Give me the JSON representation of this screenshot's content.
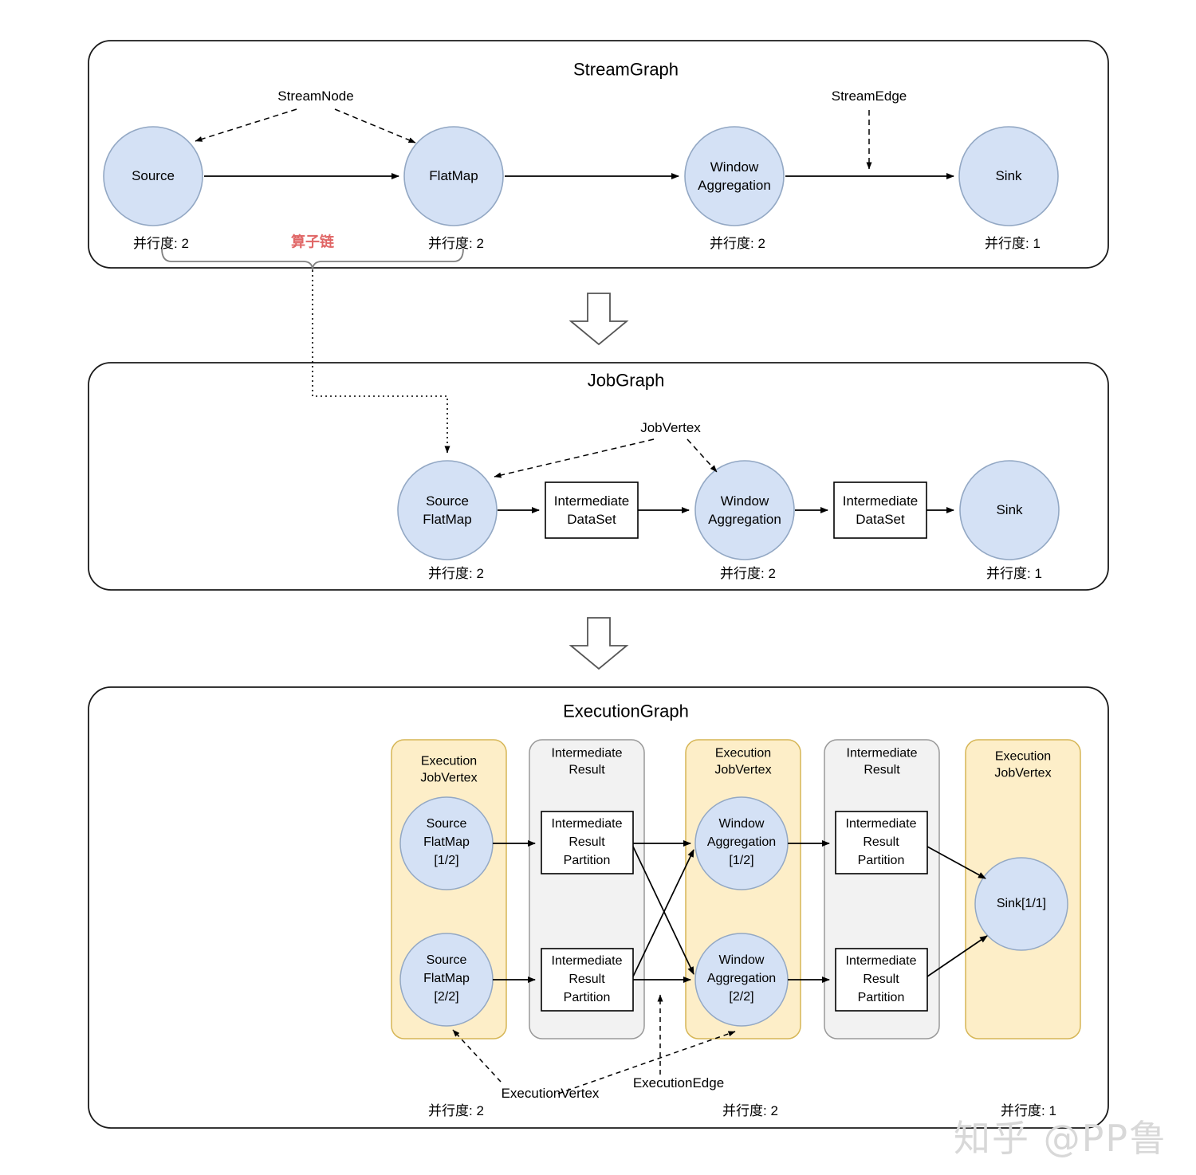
{
  "colors": {
    "node_fill": "#d4e1f5",
    "node_stroke": "#93a8c4",
    "container_stroke": "#1a1a1a",
    "box_fill": "#ffffff",
    "box_stroke": "#1a1a1a",
    "exec_jobvertex_fill": "#fdeec8",
    "exec_jobvertex_stroke": "#d6b656",
    "intermediate_result_fill": "#f2f2f2",
    "intermediate_result_stroke": "#999999",
    "chain_label": "#e06666",
    "watermark": "#d8d8d8",
    "background": "#ffffff"
  },
  "watermark": {
    "text": "知乎 @PP鲁"
  },
  "sections": [
    {
      "id": "streamgraph",
      "title": "StreamGraph",
      "annotations": [
        {
          "name": "streamnode-label",
          "text": "StreamNode"
        },
        {
          "name": "streamedge-label",
          "text": "StreamEdge"
        },
        {
          "name": "operator-chain-label",
          "text": "算子链"
        }
      ],
      "nodes": [
        {
          "name": "source",
          "label": "Source",
          "parallelism": "并行度: 2"
        },
        {
          "name": "flatmap",
          "label": "FlatMap",
          "parallelism": "并行度: 2"
        },
        {
          "name": "window-aggregation",
          "label": "Window\nAggregation",
          "line1": "Window",
          "line2": "Aggregation",
          "parallelism": "并行度: 2"
        },
        {
          "name": "sink",
          "label": "Sink",
          "parallelism": "并行度: 1"
        }
      ]
    },
    {
      "id": "jobgraph",
      "title": "JobGraph",
      "annotations": [
        {
          "name": "jobvertex-label",
          "text": "JobVertex"
        }
      ],
      "nodes": [
        {
          "name": "source-flatmap",
          "line1": "Source",
          "line2": "FlatMap",
          "parallelism": "并行度: 2"
        },
        {
          "name": "window-aggregation",
          "line1": "Window",
          "line2": "Aggregation",
          "parallelism": "并行度: 2"
        },
        {
          "name": "sink",
          "line1": "Sink",
          "line2": "",
          "parallelism": "并行度: 1"
        }
      ],
      "boxes": [
        {
          "name": "intermediate-dataset-1",
          "line1": "Intermediate",
          "line2": "DataSet"
        },
        {
          "name": "intermediate-dataset-2",
          "line1": "Intermediate",
          "line2": "DataSet"
        }
      ]
    },
    {
      "id": "executiongraph",
      "title": "ExecutionGraph",
      "annotations": [
        {
          "name": "executionvertex-label",
          "text": "ExecutionVertex"
        },
        {
          "name": "executionedge-label",
          "text": "ExecutionEdge"
        }
      ],
      "columns": [
        {
          "name": "execution-jobvertex-1",
          "kind": "execution-jobvertex",
          "line1": "Execution",
          "line2": "JobVertex",
          "parallelism": "并行度: 2"
        },
        {
          "name": "intermediate-result-1",
          "kind": "intermediate-result",
          "line1": "Intermediate",
          "line2": "Result",
          "parallelism": ""
        },
        {
          "name": "execution-jobvertex-2",
          "kind": "execution-jobvertex",
          "line1": "Execution",
          "line2": "JobVertex",
          "parallelism": "并行度: 2"
        },
        {
          "name": "intermediate-result-2",
          "kind": "intermediate-result",
          "line1": "Intermediate",
          "line2": "Result",
          "parallelism": ""
        },
        {
          "name": "execution-jobvertex-3",
          "kind": "execution-jobvertex",
          "line1": "Execution",
          "line2": "JobVertex",
          "parallelism": "并行度: 1"
        }
      ],
      "vertices": [
        {
          "name": "source-flatmap-1-2",
          "line1": "Source",
          "line2": "FlatMap",
          "line3": "[1/2]"
        },
        {
          "name": "source-flatmap-2-2",
          "line1": "Source",
          "line2": "FlatMap",
          "line3": "[2/2]"
        },
        {
          "name": "window-aggregation-1-2",
          "line1": "Window",
          "line2": "Aggregation",
          "line3": "[1/2]"
        },
        {
          "name": "window-aggregation-2-2",
          "line1": "Window",
          "line2": "Aggregation",
          "line3": "[2/2]"
        },
        {
          "name": "sink-1-1",
          "line1": "Sink[1/1]",
          "line2": "",
          "line3": ""
        }
      ],
      "partitions": [
        {
          "name": "intermediate-result-partition-1",
          "line1": "Intermediate",
          "line2": "Result",
          "line3": "Partition"
        },
        {
          "name": "intermediate-result-partition-2",
          "line1": "Intermediate",
          "line2": "Result",
          "line3": "Partition"
        },
        {
          "name": "intermediate-result-partition-3",
          "line1": "Intermediate",
          "line2": "Result",
          "line3": "Partition"
        },
        {
          "name": "intermediate-result-partition-4",
          "line1": "Intermediate",
          "line2": "Result",
          "line3": "Partition"
        }
      ]
    }
  ],
  "flow_arrows": [
    {
      "name": "streamgraph-to-jobgraph-arrow"
    },
    {
      "name": "jobgraph-to-executiongraph-arrow"
    }
  ]
}
